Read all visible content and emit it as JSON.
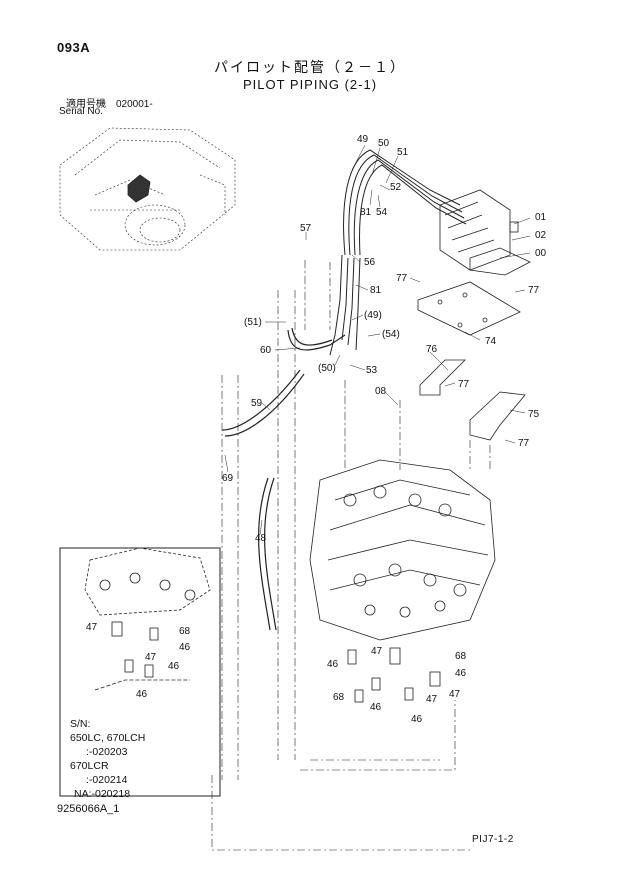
{
  "header": {
    "code": "093A",
    "title_jp": "パイロット配管（２－１）",
    "title_en": "PILOT PIPING (2-1)",
    "serial_jp": "適用号機　020001-",
    "serial_en": "Serial No."
  },
  "footer": {
    "drawing_id": "9256066A_1",
    "page_ref": "PIJ7-1-2"
  },
  "callouts": {
    "c49": "49",
    "c50": "50",
    "c51": "51",
    "c52": "52",
    "c81a": "81",
    "c54": "54",
    "c01": "01",
    "c02": "02",
    "c00": "00",
    "c57": "57",
    "c56": "56",
    "c77a": "77",
    "c77b": "77",
    "c81b": "81",
    "c49p": "(49)",
    "c51p": "(51)",
    "c54p": "(54)",
    "c74": "74",
    "c60": "60",
    "c50p": "(50)",
    "c53": "53",
    "c76": "76",
    "c77c": "77",
    "c08": "08",
    "c75": "75",
    "c59": "59",
    "c77d": "77",
    "c69": "69",
    "c48": "48",
    "c47a": "47",
    "c68a": "68",
    "c46a": "46",
    "c47b": "47",
    "c46b": "46",
    "c46c": "46",
    "c47c": "47",
    "c68b": "68",
    "c46d": "46",
    "c46e": "46",
    "c68c": "68",
    "c47d": "47",
    "c47e": "47",
    "c46f": "46",
    "c46g": "46"
  },
  "inset": {
    "sn_label": "S/N:",
    "model_1": "650LC, 670LCH",
    "range_1": ":-020203",
    "model_2": "670LCR",
    "range_2": ":-020214",
    "range_3": "NA:-020218"
  }
}
